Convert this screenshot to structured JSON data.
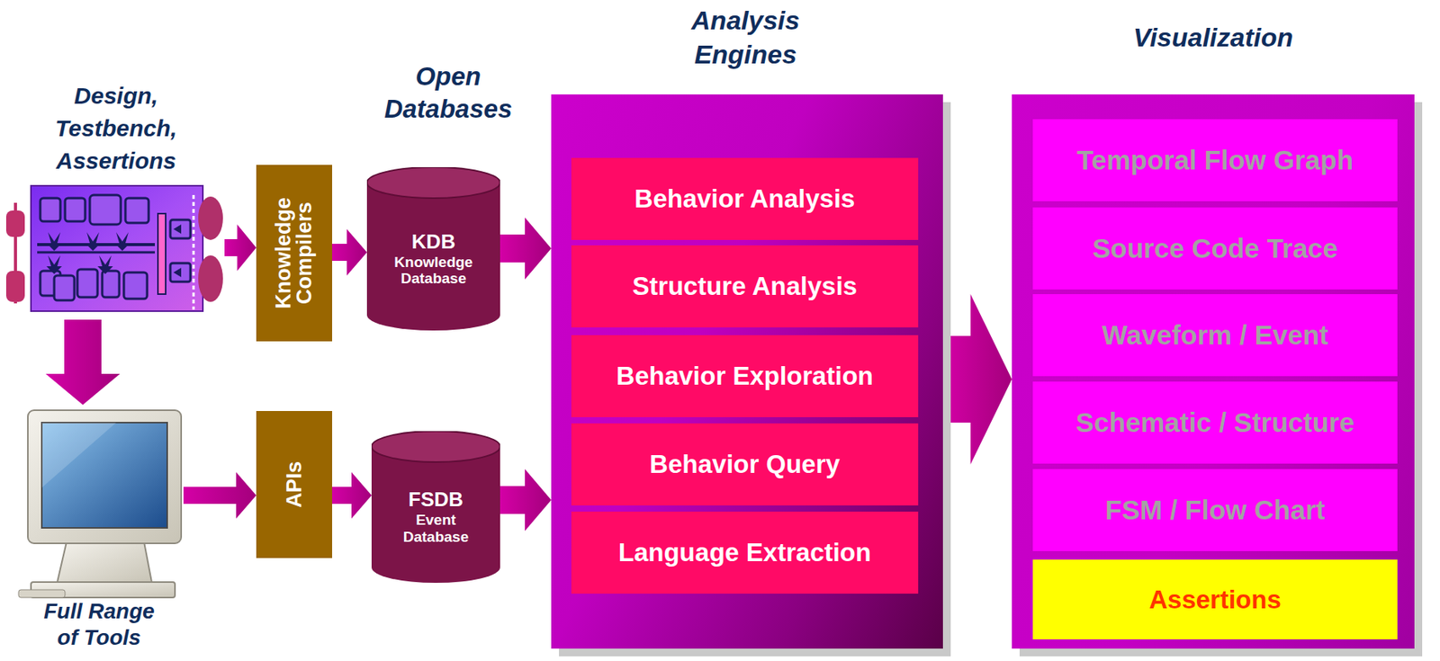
{
  "diagram": {
    "nodes": [
      {
        "text": [
          "Design, Testbench, Assertions"
        ]
      },
      {
        "text": [
          "Knowledge Compilers"
        ]
      },
      {
        "text": [
          "KDB",
          "Knowledge Database"
        ]
      },
      {
        "text": [
          "Full Range of Tools"
        ]
      },
      {
        "text": [
          "APIs"
        ]
      },
      {
        "text": [
          "FSDB",
          "Event Database"
        ]
      },
      {
        "text": [
          "Analysis Engines"
        ]
      },
      {
        "text": [
          "Behavior Analysis"
        ],
        "in": 6
      },
      {
        "text": [
          "Structure Analysis"
        ],
        "in": 6
      },
      {
        "text": [
          "Behavior Exploration"
        ],
        "in": 6
      },
      {
        "text": [
          "Behavior Query"
        ],
        "in": 6
      },
      {
        "text": [
          "Language Extraction"
        ],
        "in": 6
      },
      {
        "text": [
          "Visualization"
        ]
      },
      {
        "text": [
          "Temporal Flow Graph"
        ],
        "in": 12
      },
      {
        "text": [
          "Source Code Trace"
        ],
        "in": 12
      },
      {
        "text": [
          "Waveform / Event"
        ],
        "in": 12
      },
      {
        "text": [
          "Schematic / Structure"
        ],
        "in": 12
      },
      {
        "text": [
          "FSM / Flow Chart"
        ],
        "in": 12
      },
      {
        "text": [
          "Assertions"
        ],
        "in": 12
      }
    ],
    "edges": [
      {
        "from": 0,
        "to": 1,
        "arrow": "to"
      },
      {
        "from": 1,
        "to": 2,
        "arrow": "to"
      },
      {
        "from": 2,
        "to": 6,
        "arrow": "to"
      },
      {
        "from": 0,
        "to": 3,
        "arrow": "to"
      },
      {
        "from": 3,
        "to": 4,
        "arrow": "to"
      },
      {
        "from": 4,
        "to": 5,
        "arrow": "to"
      },
      {
        "from": 5,
        "to": 6,
        "arrow": "to"
      },
      {
        "from": 6,
        "to": 12,
        "arrow": "to"
      }
    ],
    "labels": [
      "Open Databases"
    ]
  }
}
